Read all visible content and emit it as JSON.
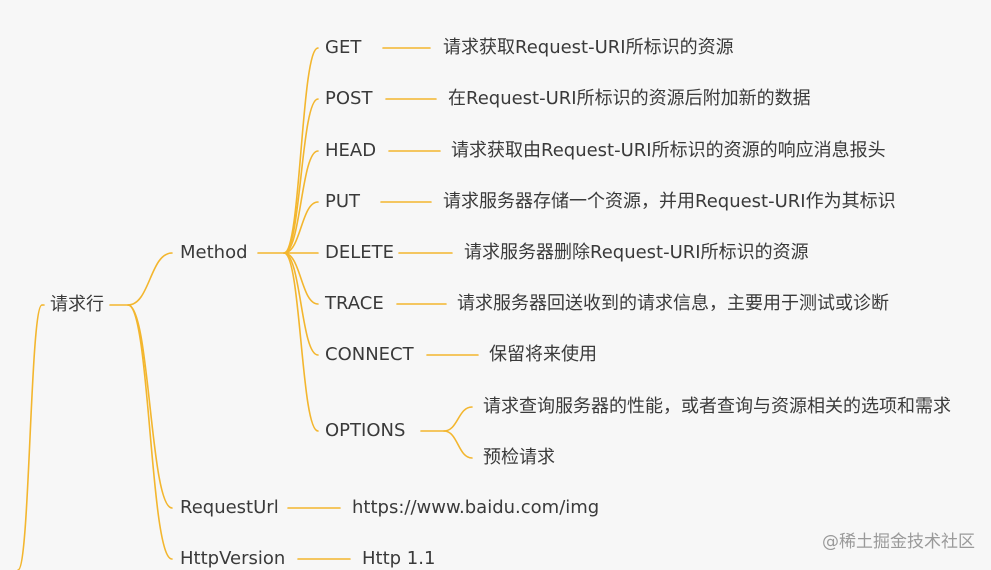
{
  "colors": {
    "branch": "#f3b62e",
    "text": "#3a3a3a",
    "watermark": "#9a9a9a",
    "background": "#f7f7f7"
  },
  "mindmap": {
    "root": "请求行",
    "method": {
      "label": "Method",
      "children": [
        {
          "name": "GET",
          "desc": "请求获取Request-URI所标识的资源"
        },
        {
          "name": "POST",
          "desc": "在Request-URI所标识的资源后附加新的数据"
        },
        {
          "name": "HEAD",
          "desc": "请求获取由Request-URI所标识的资源的响应消息报头"
        },
        {
          "name": "PUT",
          "desc": "请求服务器存储一个资源，并用Request-URI作为其标识"
        },
        {
          "name": "DELETE",
          "desc": "请求服务器删除Request-URI所标识的资源"
        },
        {
          "name": "TRACE",
          "desc": "请求服务器回送收到的请求信息，主要用于测试或诊断"
        },
        {
          "name": "CONNECT",
          "desc": "保留将来使用"
        },
        {
          "name": "OPTIONS",
          "descs": [
            "请求查询服务器的性能，或者查询与资源相关的选项和需求",
            "预检请求"
          ]
        }
      ]
    },
    "request_url": {
      "label": "RequestUrl",
      "value": "https://www.baidu.com/img"
    },
    "http_version": {
      "label": "HttpVersion",
      "value": "Http 1.1"
    }
  },
  "watermark": "@稀土掘金技术社区"
}
